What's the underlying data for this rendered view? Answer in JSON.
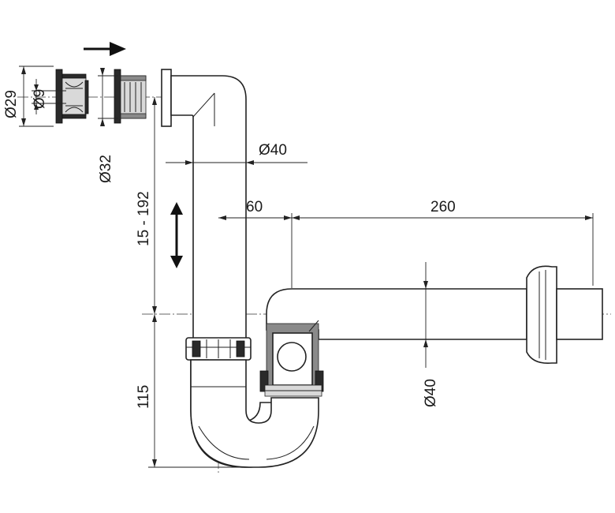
{
  "labels": {
    "d29": "Ø29",
    "d9": "Ø9",
    "d32": "Ø32",
    "d40_top": "Ø40",
    "offset_60": "60",
    "length_260": "260",
    "height_range": "15 - 192",
    "height_115": "115",
    "d40_bottom": "Ø40"
  }
}
